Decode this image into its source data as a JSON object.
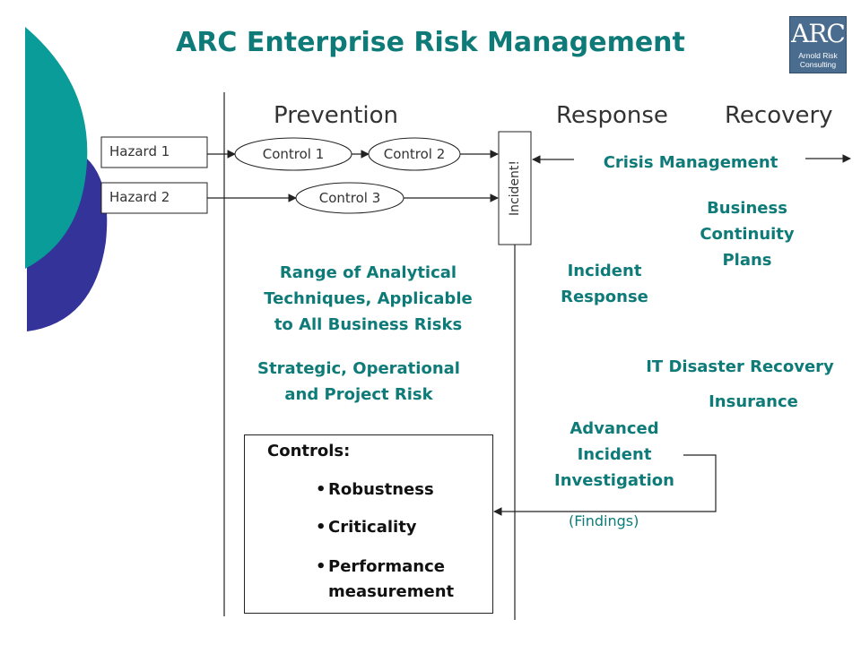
{
  "title": "ARC Enterprise Risk Management",
  "logo": {
    "mark": "ARC",
    "line1": "Arnold Risk",
    "line2": "Consulting"
  },
  "headings": {
    "prevention": "Prevention",
    "response": "Response",
    "recovery": "Recovery"
  },
  "hazards": [
    "Hazard 1",
    "Hazard 2"
  ],
  "controls": [
    "Control 1",
    "Control 2",
    "Control 3"
  ],
  "incident": "Incident!",
  "response_items": {
    "crisis": "Crisis Management",
    "bcp": [
      "Business",
      "Continuity",
      "Plans"
    ],
    "incident_response": [
      "Incident",
      "Response"
    ],
    "it_dr": "IT Disaster Recovery",
    "insurance": "Insurance",
    "investigation": [
      "Advanced",
      "Incident",
      "Investigation"
    ],
    "findings": "(Findings)"
  },
  "prevention_text": {
    "techniques": [
      "Range of Analytical",
      "Techniques, Applicable",
      "to All Business Risks"
    ],
    "risk_types": [
      "Strategic, Operational",
      "and Project Risk"
    ]
  },
  "controls_box": {
    "heading": "Controls:",
    "bullets": [
      "Robustness",
      "Criticality",
      "Performance",
      "measurement"
    ]
  },
  "colors": {
    "teal": "#0e7b78",
    "navy": "#33339a",
    "deco_teal": "#0a9c98",
    "logo": "#4a6d8f"
  }
}
